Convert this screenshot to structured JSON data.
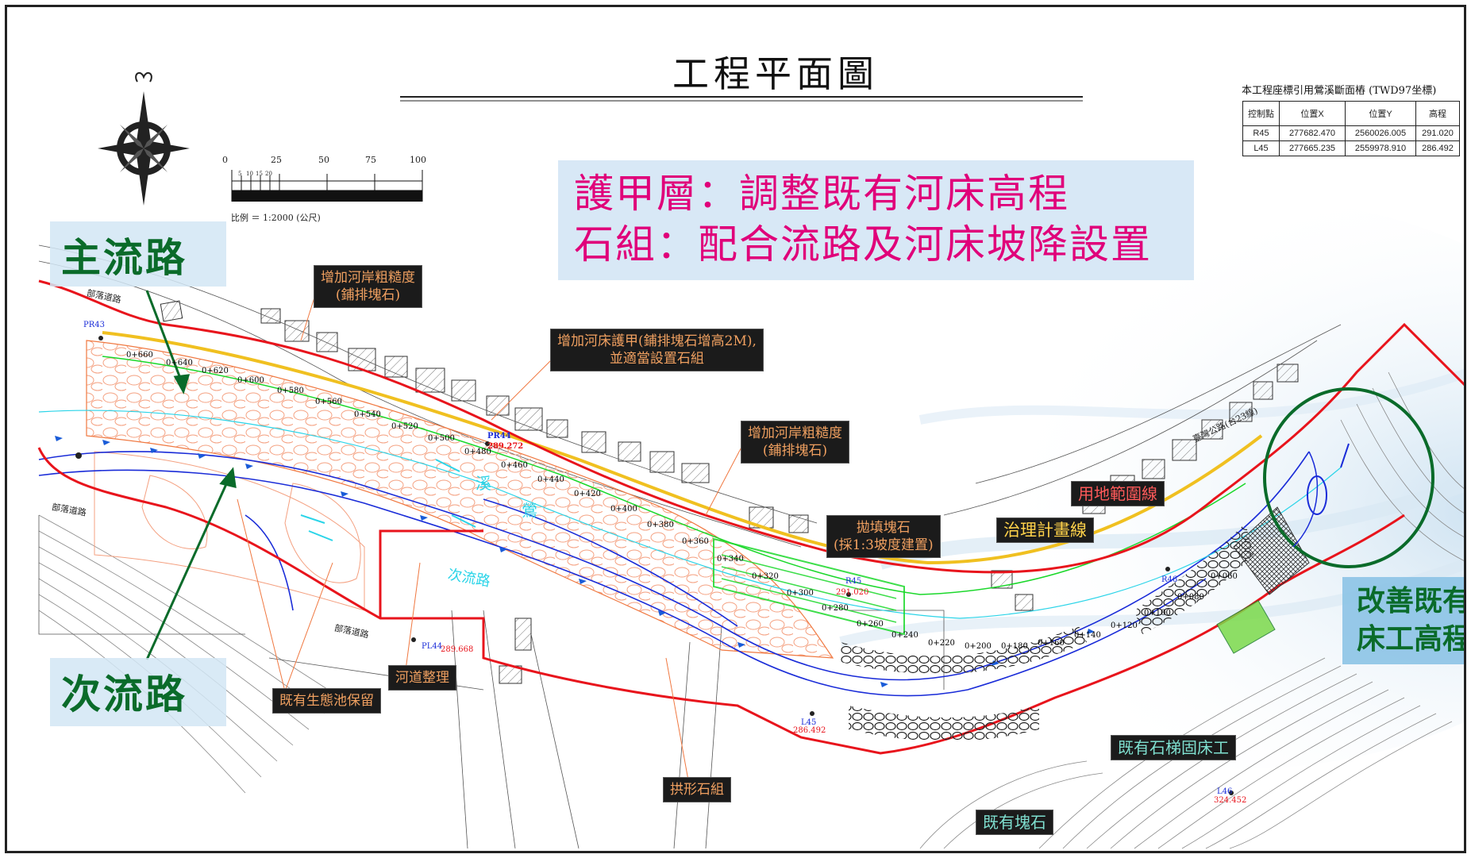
{
  "title": "工程平面圖",
  "flow_labels": {
    "main": "主流路",
    "secondary": "次流路"
  },
  "notes": [
    "護甲層：調整既有河床高程",
    "石組：配合流路及河床坡降設置"
  ],
  "right_label": [
    "改善既有",
    "床工高程"
  ],
  "scale": {
    "ticks": [
      "0",
      "25",
      "50",
      "75",
      "100"
    ],
    "minor_ticks": [
      "5",
      "10",
      "15",
      "20"
    ],
    "caption": "比例 ＝ 1:2000 (公尺)"
  },
  "coord_table": {
    "caption": "本工程座標引用鶯溪斷面樁 (TWD97坐標)",
    "headers": [
      "控制點",
      "位置X",
      "位置Y",
      "高程"
    ],
    "rows": [
      [
        "R45",
        "277682.470",
        "2560026.005",
        "291.020"
      ],
      [
        "L45",
        "277665.235",
        "2559978.910",
        "286.492"
      ]
    ]
  },
  "callouts": {
    "bank_roughness_1": [
      "增加河岸粗糙度",
      "(鋪排塊石)"
    ],
    "bed_armor": [
      "增加河床護甲(鋪排塊石增高2M),",
      "並適當設置石組"
    ],
    "bank_roughness_2": [
      "增加河岸粗糙度",
      "(鋪排塊石)"
    ],
    "riprap": [
      "拋填塊石",
      "(採1:3坡度建置)"
    ],
    "regulation_line": "治理計畫線",
    "land_boundary": "用地範圍線",
    "ecopond": "既有生態池保留",
    "channel": "河道整理",
    "arch_stones": "拱形石組",
    "existing_sill": "既有石梯固床工",
    "existing_boulders": "既有塊石"
  },
  "map_labels": {
    "road_1": "部落道路",
    "road_2": "部落道路",
    "road_3": "部落道路",
    "stream_1": "溪",
    "stream_2": "鶯",
    "sec_path": "次流路",
    "highway": "臺灣公路(台23線)",
    "pr43": "PR43",
    "pr44": "PR44",
    "pr44_elev": "289.272",
    "pl44": "PL44",
    "pl44_elev": "289.668",
    "r45": "R45",
    "r45_elev": "291.020",
    "l45": "L45",
    "l45_elev": "286.492",
    "r46": "R46",
    "l46": "L46",
    "l46_elev": "324.452",
    "stations": [
      "0+660",
      "0+640",
      "0+620",
      "0+600",
      "0+580",
      "0+560",
      "0+540",
      "0+520",
      "0+500",
      "0+480",
      "0+460",
      "0+440",
      "0+420",
      "0+400",
      "0+380",
      "0+360",
      "0+340",
      "0+320",
      "0+300",
      "0+280",
      "0+260",
      "0+240",
      "0+220",
      "0+200",
      "0+180",
      "0+160",
      "0+140",
      "0+120",
      "0+100",
      "0+080",
      "0+060"
    ]
  },
  "colors": {
    "boundary": "#e8141c",
    "regulation": "#f0c020",
    "stream": "#1a2cd8",
    "stone": "#f07840",
    "accent_pink": "#e0007a",
    "label_green": "#0a6b2a",
    "circle": "#0a6b2a"
  }
}
